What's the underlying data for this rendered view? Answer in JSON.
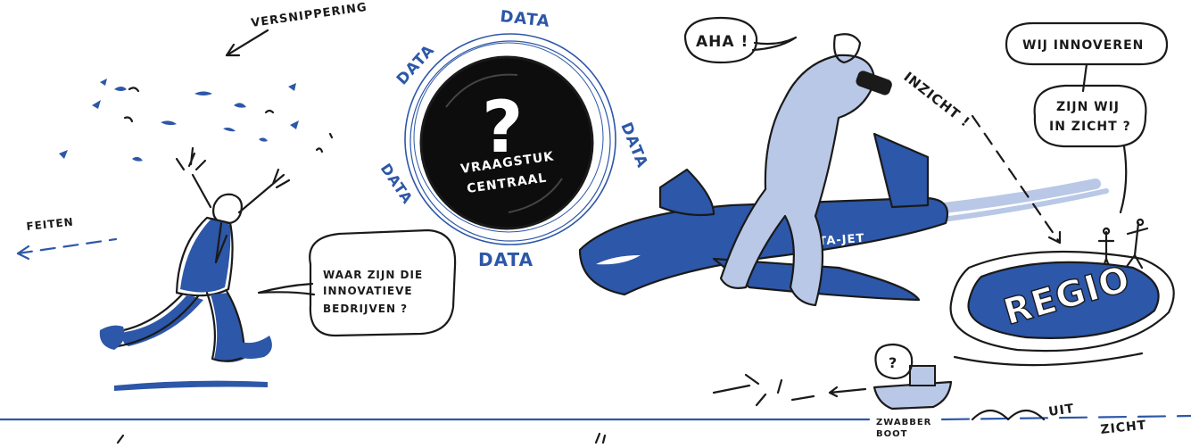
{
  "palette": {
    "ink": "#1a1a1a",
    "accent_blue": "#2d57a8",
    "light_blue": "#b9c8e6",
    "background": "#ffffff"
  },
  "labels": {
    "versnippering": "VERSNIPPERING",
    "feiten": "FEITEN",
    "speech_runner_line1": "WAAR ZIJN DIE",
    "speech_runner_line2": "INNOVATIEVE",
    "speech_runner_line3": "BEDRIJVEN ?",
    "data_word": "DATA",
    "question_mark": "?",
    "vraagstuk_line1": "VRAAGSTUK",
    "vraagstuk_line2": "CENTRAAL",
    "aha": "AHA !",
    "inzicht": "INZICHT !",
    "data_jet": "DATA-JET",
    "wij_innoveren": "WIJ INNOVEREN",
    "zijn_wij_line1": "ZIJN WIJ",
    "zijn_wij_line2": "IN ZICHT ?",
    "regio": "REGIO",
    "boat_question": "?",
    "zwabberboot_line1": "ZWABBER",
    "zwabberboot_line2": "BOOT",
    "uit": "UIT",
    "zicht": "ZICHT"
  }
}
